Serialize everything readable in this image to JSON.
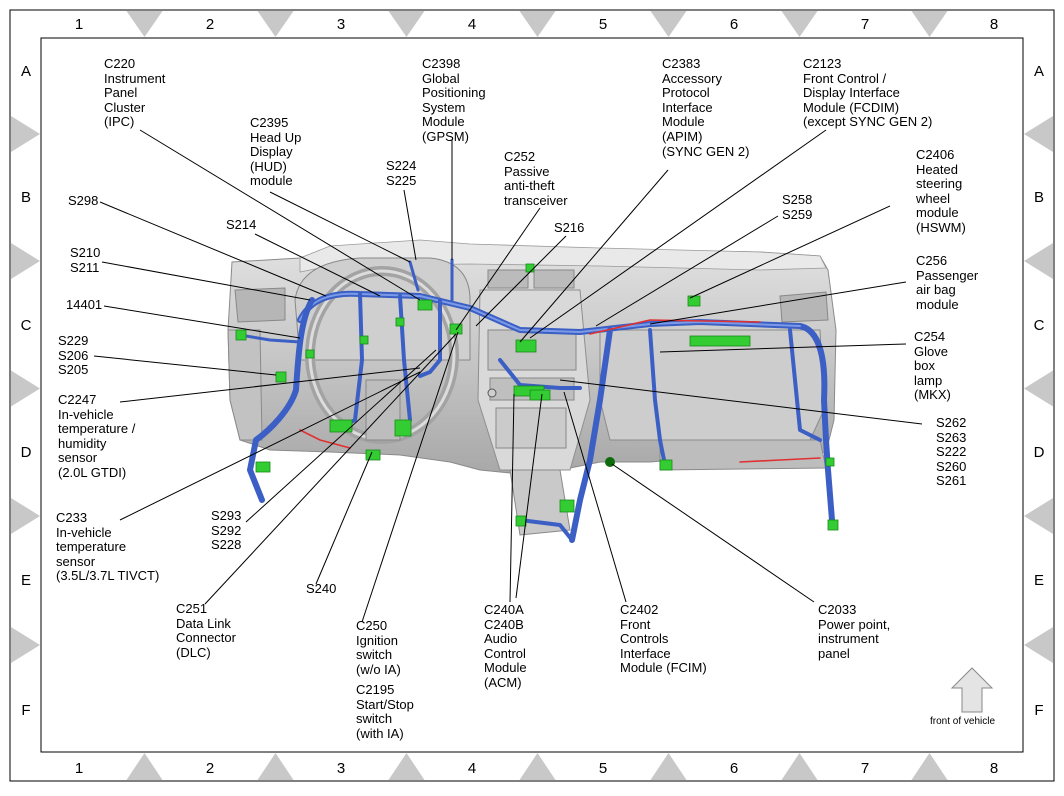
{
  "grid": {
    "columns": [
      "1",
      "2",
      "3",
      "4",
      "5",
      "6",
      "7",
      "8"
    ],
    "rows": [
      "A",
      "B",
      "C",
      "D",
      "E",
      "F"
    ]
  },
  "callouts": [
    {
      "id": "c220",
      "lines": [
        "C220",
        "Instrument",
        "Panel",
        "Cluster",
        "(IPC)"
      ]
    },
    {
      "id": "c2395",
      "lines": [
        "C2395",
        "Head Up",
        "Display",
        "(HUD)",
        "module"
      ]
    },
    {
      "id": "c2398",
      "lines": [
        "C2398",
        "Global",
        "Positioning",
        "System",
        "Module",
        "(GPSM)"
      ]
    },
    {
      "id": "s224",
      "lines": [
        "S224",
        "S225"
      ]
    },
    {
      "id": "c252",
      "lines": [
        "C252",
        "Passive",
        "anti-theft",
        "transceiver"
      ]
    },
    {
      "id": "c2383",
      "lines": [
        "C2383",
        "Accessory",
        "Protocol",
        "Interface",
        "Module",
        "(APIM)",
        "(SYNC GEN 2)"
      ]
    },
    {
      "id": "c2123",
      "lines": [
        "C2123",
        "Front Control /",
        "Display Interface",
        "Module (FCDIM)",
        "(except SYNC GEN 2)"
      ]
    },
    {
      "id": "c2406",
      "lines": [
        "C2406",
        "Heated",
        "steering",
        "wheel",
        "module",
        "(HSWM)"
      ]
    },
    {
      "id": "s298",
      "lines": [
        "S298"
      ]
    },
    {
      "id": "s214",
      "lines": [
        "S214"
      ]
    },
    {
      "id": "s216",
      "lines": [
        "S216"
      ]
    },
    {
      "id": "s258",
      "lines": [
        "S258",
        "S259"
      ]
    },
    {
      "id": "s210",
      "lines": [
        "S210",
        "S211"
      ]
    },
    {
      "id": "c256",
      "lines": [
        "C256",
        "Passenger",
        "air bag",
        "module"
      ]
    },
    {
      "id": "n14401",
      "lines": [
        "14401"
      ]
    },
    {
      "id": "s229",
      "lines": [
        "S229",
        "S206",
        "S205"
      ]
    },
    {
      "id": "c254",
      "lines": [
        "C254",
        "Glove",
        "box",
        "lamp",
        "(MKX)"
      ]
    },
    {
      "id": "c2247",
      "lines": [
        "C2247",
        "In-vehicle",
        "temperature /",
        "humidity",
        "sensor",
        "(2.0L GTDI)"
      ]
    },
    {
      "id": "s262",
      "lines": [
        "S262",
        "S263",
        "S222",
        "S260",
        "S261"
      ]
    },
    {
      "id": "c233",
      "lines": [
        "C233",
        "In-vehicle",
        "temperature",
        "sensor",
        "(3.5L/3.7L TIVCT)"
      ]
    },
    {
      "id": "s293",
      "lines": [
        "S293",
        "S292",
        "S228"
      ]
    },
    {
      "id": "s240",
      "lines": [
        "S240"
      ]
    },
    {
      "id": "c251",
      "lines": [
        "C251",
        "Data Link",
        "Connector",
        "(DLC)"
      ]
    },
    {
      "id": "c250",
      "lines": [
        "C250",
        "Ignition",
        "switch",
        "(w/o IA)"
      ]
    },
    {
      "id": "c2195",
      "lines": [
        "C2195",
        "Start/Stop",
        "switch",
        "(with IA)"
      ]
    },
    {
      "id": "c240",
      "lines": [
        "C240A",
        "C240B",
        "Audio",
        "Control",
        "Module",
        "(ACM)"
      ]
    },
    {
      "id": "c2402",
      "lines": [
        "C2402",
        "Front",
        "Controls",
        "Interface",
        "Module (FCIM)"
      ]
    },
    {
      "id": "c2033",
      "lines": [
        "C2033",
        "Power point,",
        "instrument",
        "panel"
      ]
    }
  ],
  "front_indicator": {
    "label": "front of vehicle"
  },
  "colors": {
    "harness": "#3b5fc4",
    "harness_light": "#6b8fe0",
    "connector": "#33cc33",
    "panel": "#d0d0d0",
    "panel_dark": "#9a9a9a",
    "red_wire": "#e03030",
    "marker": "#c8c8c8"
  }
}
